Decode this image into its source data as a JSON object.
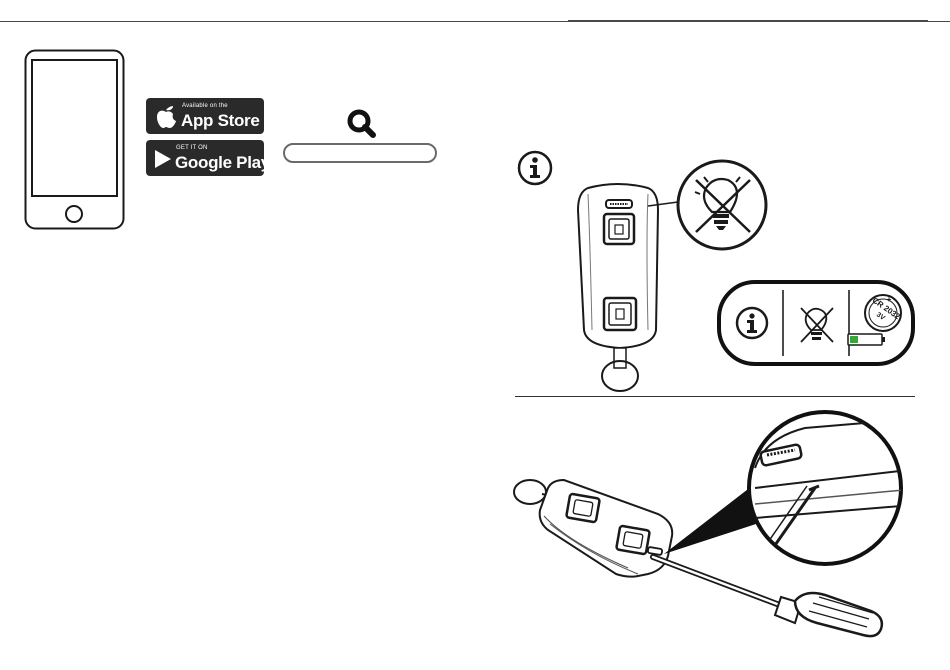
{
  "app_store": {
    "small_text": "Available on the",
    "big_text": "App Store"
  },
  "google_play": {
    "small_text": "GET IT ON",
    "big_text": "Google Play"
  },
  "search": {
    "placeholder": ""
  },
  "battery": {
    "label_line1": "CR 2032",
    "label_line2": "3V",
    "polarity": "+",
    "charge_level": 0.25
  },
  "icons": [
    "smartphone-icon",
    "apple-icon",
    "google-play-icon",
    "search-icon",
    "info-icon",
    "no-light-icon",
    "battery-coin-icon",
    "battery-low-icon",
    "screwdriver-icon"
  ],
  "colors": {
    "ink": "#1a1a1a",
    "badge": "#2a2a2a",
    "battery_green": "#3aa63a"
  }
}
